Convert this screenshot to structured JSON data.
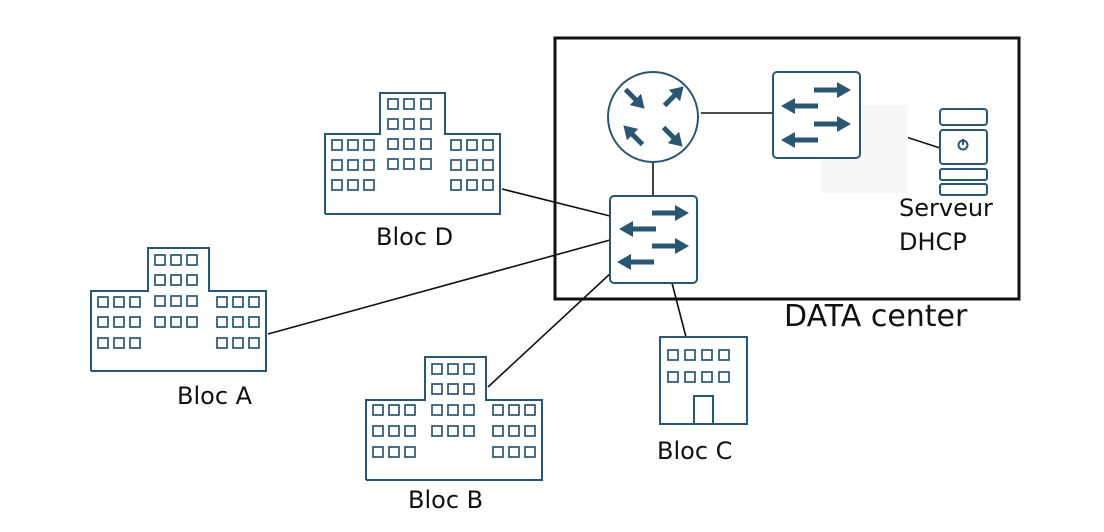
{
  "colors": {
    "icon": "#2b5672",
    "arrow": "#2b5672",
    "line": "#111111",
    "frame": "#111111",
    "background": "#ffffff"
  },
  "datacenter": {
    "label": "DATA center"
  },
  "server": {
    "label_line1": "Serveur",
    "label_line2": "DHCP",
    "icon": "server-icon"
  },
  "router": {
    "icon": "router-icon"
  },
  "switches": {
    "icon": "switch-icon"
  },
  "blocs": {
    "a": {
      "label": "Bloc A",
      "icon": "building-icon"
    },
    "b": {
      "label": "Bloc B",
      "icon": "building-icon"
    },
    "c": {
      "label": "Bloc C",
      "icon": "building-icon"
    },
    "d": {
      "label": "Bloc D",
      "icon": "building-icon"
    }
  }
}
